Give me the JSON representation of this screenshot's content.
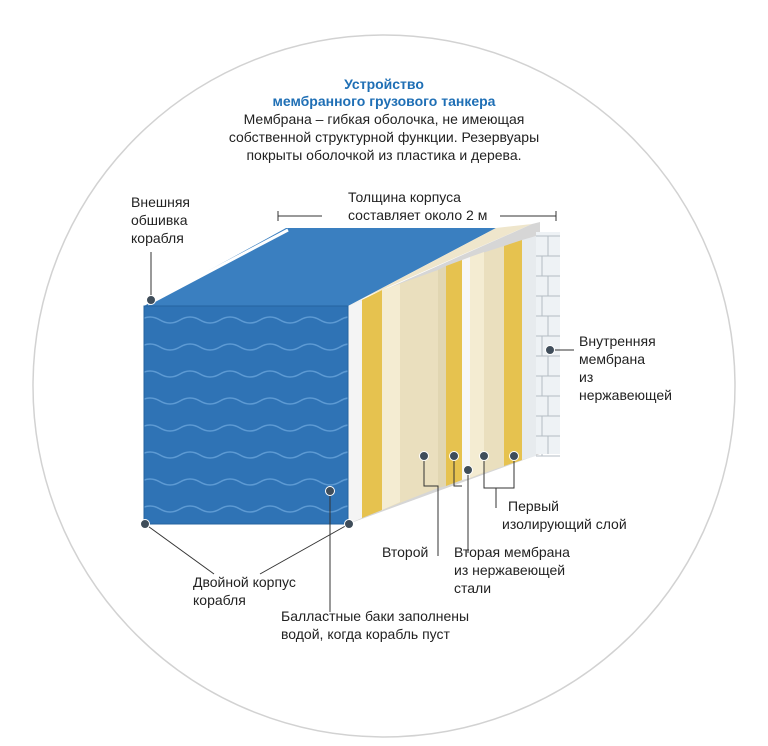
{
  "title": {
    "line1": "Устройство",
    "line2": "мембранного грузового танкера"
  },
  "description": {
    "line1": "Мембрана – гибкая оболочка, не имеющая",
    "line2": "собственной структурной функции. Резервуары",
    "line3": "покрыты оболочкой из пластика и дерева."
  },
  "labels": {
    "outer_hull": [
      "Внешняя",
      "обшивка",
      "корабля"
    ],
    "thickness": [
      "Толщина корпуса",
      "составляет около 2 м"
    ],
    "inner_membrane": [
      "Внутренняя",
      "мембрана",
      "из",
      "нержавеющей"
    ],
    "first_insulation": [
      "Первый",
      "изолирующий слой"
    ],
    "second": [
      "Второй"
    ],
    "second_membrane": [
      "Вторая мембрана",
      "из нержавеющей",
      "стали"
    ],
    "double_hull": [
      "Двойной корпус",
      "корабля"
    ],
    "ballast": [
      "Балластные баки заполнены",
      "водой, когда корабль пуст"
    ]
  },
  "colors": {
    "hull_blue": "#2f73b5",
    "hull_blue_dark": "#24639f",
    "hull_top": "#3a7fc0",
    "wave": "#5d9ad3",
    "wood_light": "#eadfbe",
    "wood_yellow": "#e6c24f",
    "brick": "#eef2f5",
    "brick_line": "#b4bcc4",
    "leader": "#333333",
    "dot": "#3f4d5a",
    "title": "#1f6fb5"
  }
}
